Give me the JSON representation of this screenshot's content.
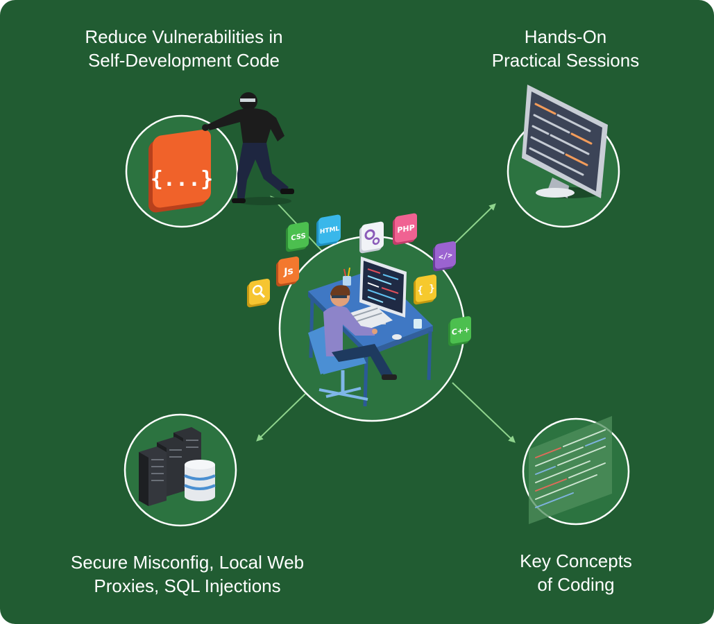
{
  "colors": {
    "background": "#215c32",
    "circle_fill": "#2c7340",
    "circle_stroke": "#ffffff",
    "arrow": "#8fd48d"
  },
  "labels": {
    "top_left": {
      "line1": "Reduce Vulnerabilities in",
      "line2": "Self-Development Code"
    },
    "top_right": {
      "line1": "Hands-On",
      "line2": "Practical Sessions"
    },
    "bottom_left": {
      "line1": "Secure Misconfig, Local Web",
      "line2": "Proxies, SQL Injections"
    },
    "bottom_right": {
      "line1": "Key Concepts",
      "line2": "of Coding"
    }
  },
  "code_badges": {
    "css": "CSS",
    "html": "HTML",
    "php": "PHP",
    "js": "Js",
    "cpp": "C++",
    "tag": "</>",
    "braces": "{ }",
    "code_block": "{...}"
  },
  "icons": [
    "hacker-icon",
    "code-block-icon",
    "monitor-icon",
    "developer-workstation-icon",
    "server-rack-icon",
    "database-icon",
    "code-screen-icon",
    "magnifier-icon",
    "gears-icon"
  ]
}
